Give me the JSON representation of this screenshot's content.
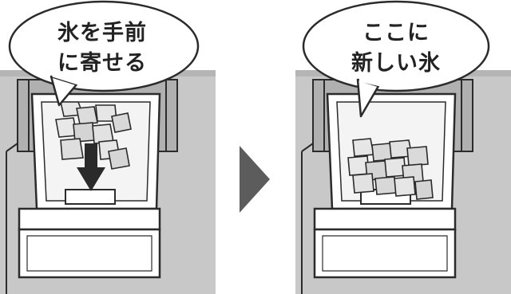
{
  "before": {
    "bubble_line1": "氷を手前",
    "bubble_line2": "に寄せる"
  },
  "after": {
    "bubble_line1": "ここに",
    "bubble_line2": "新しい氷"
  },
  "colors": {
    "fridge_gray": "#c8c8c8",
    "fridge_dark": "#a9a9a9",
    "outline": "#2b2b2b",
    "tray_white": "#ffffff",
    "ice_light": "#e6e6e6",
    "ice_shade": "#bcbcbc",
    "arrow": "#2a2a2a",
    "step_arrow": "#5c5c5c"
  },
  "icons": [
    "push-ice-forward-arrow-icon",
    "next-step-arrow-icon"
  ]
}
